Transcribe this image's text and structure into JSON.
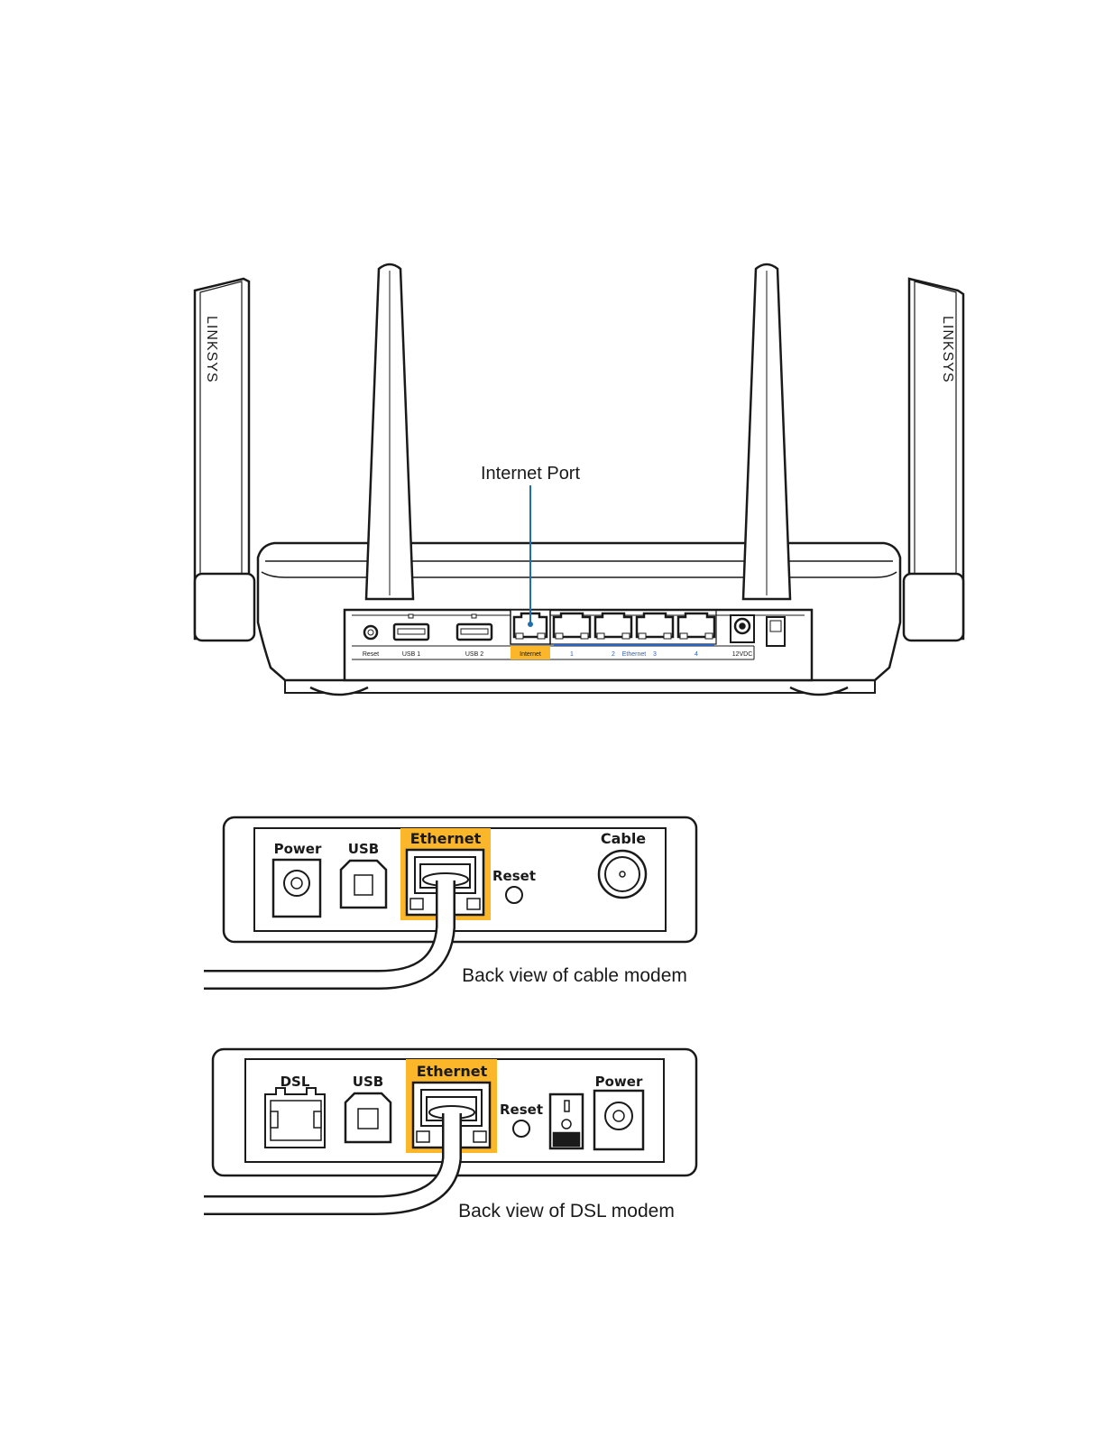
{
  "router": {
    "brand_left": "LINKSYS",
    "brand_right": "LINKSYS",
    "callout": "Internet Port",
    "port_labels": {
      "reset": "Reset",
      "usb1": "USB 1",
      "usb2": "USB 2",
      "internet": "Internet",
      "eth1": "1",
      "eth2": "2",
      "ethernet": "Ethernet",
      "eth3": "3",
      "eth4": "4",
      "power": "12VDC"
    }
  },
  "cable_modem": {
    "power": "Power",
    "usb": "USB",
    "ethernet": "Ethernet",
    "reset": "Reset",
    "cable": "Cable",
    "caption": "Back view of cable modem"
  },
  "dsl_modem": {
    "dsl": "DSL",
    "usb": "USB",
    "ethernet": "Ethernet",
    "reset": "Reset",
    "power": "Power",
    "caption": "Back view of DSL modem"
  },
  "colors": {
    "highlight": "#fbb62a",
    "callout_line": "#1f6fb0",
    "ethernet_label": "#2a63c4",
    "stroke": "#1a1a1a"
  }
}
